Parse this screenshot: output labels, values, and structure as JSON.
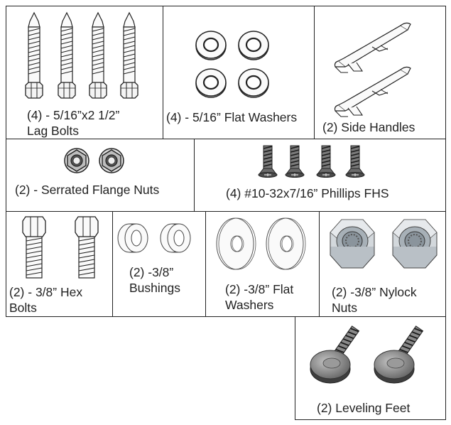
{
  "items": [
    {
      "id": "lag-bolts",
      "label": "(4)  - 5/16”x2 1/2”\n          Lag Bolts",
      "quantity": 4,
      "icon": "lag-bolt-icon"
    },
    {
      "id": "flat-washers-516",
      "label": "(4) - 5/16” Flat Washers",
      "quantity": 4,
      "icon": "flat-washer-icon"
    },
    {
      "id": "side-handles",
      "label": "(2) Side Handles",
      "quantity": 2,
      "icon": "side-handle-icon"
    },
    {
      "id": "serrated-flange-nuts",
      "label": "(2) - Serrated Flange Nuts",
      "quantity": 2,
      "icon": "flange-nut-icon"
    },
    {
      "id": "phillips-fhs",
      "label": "(4) #10-32x7/16” Phillips FHS",
      "quantity": 4,
      "icon": "phillips-screw-icon"
    },
    {
      "id": "hex-bolts",
      "label": "(2) - 3/8” Hex\nBolts",
      "quantity": 2,
      "icon": "hex-bolt-icon"
    },
    {
      "id": "bushings",
      "label": "(2) -3/8”\nBushings",
      "quantity": 2,
      "icon": "bushing-icon"
    },
    {
      "id": "flat-washers-38",
      "label": "(2) -3/8” Flat\nWashers",
      "quantity": 2,
      "icon": "flat-washer-icon"
    },
    {
      "id": "nylock-nuts",
      "label": "(2) -3/8” Nylock\nNuts",
      "quantity": 2,
      "icon": "nylock-nut-icon"
    },
    {
      "id": "leveling-feet",
      "label": "(2) Leveling Feet",
      "quantity": 2,
      "icon": "leveling-foot-icon"
    }
  ],
  "colors": {
    "line": "#222222",
    "metal_light": "#f2f2f2",
    "metal_mid": "#b8b8b8",
    "metal_dark": "#6e6e6e",
    "nut_steel": "#c9ced3"
  }
}
